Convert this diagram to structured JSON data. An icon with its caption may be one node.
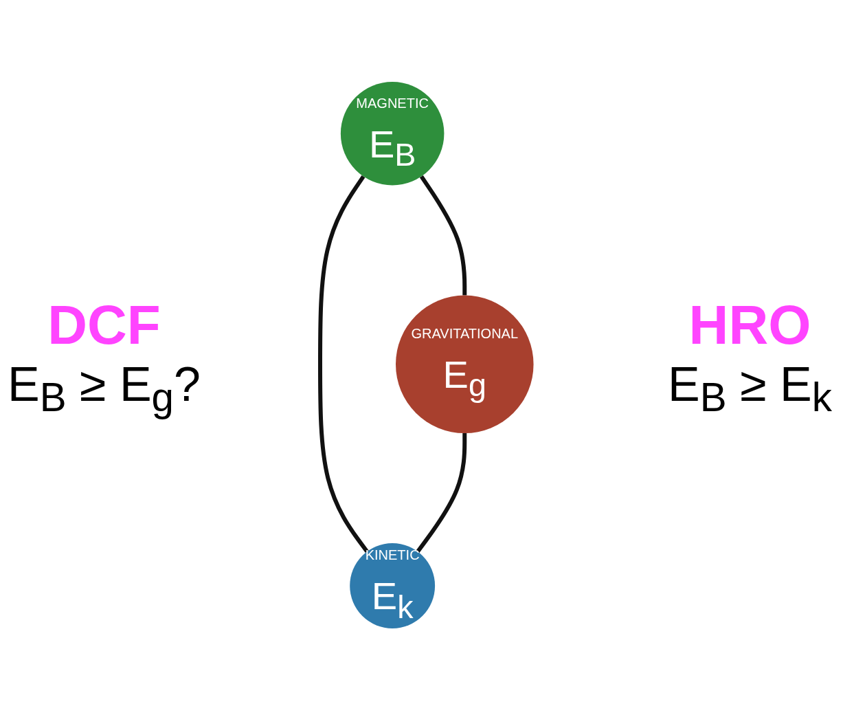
{
  "diagram": {
    "nodes": [
      {
        "text": [
          "MAGNETIC",
          "E$_{B}$"
        ]
      },
      {
        "text": [
          "GRAVITATIONAL",
          "E$_{g}$"
        ]
      },
      {
        "text": [
          "KINETIC",
          "E$_{k}$"
        ]
      }
    ],
    "edges": [
      {
        "from": 0,
        "to": 1,
        "arrow": "none"
      },
      {
        "from": 0,
        "to": 2,
        "arrow": "none"
      },
      {
        "from": 1,
        "to": 2,
        "arrow": "none"
      }
    ],
    "labels": [
      "DCF",
      "E$_{B}$ ≥ E$_{g}$?",
      "HRO",
      "E$_{B}$ ≥ E$_{k}$"
    ]
  }
}
